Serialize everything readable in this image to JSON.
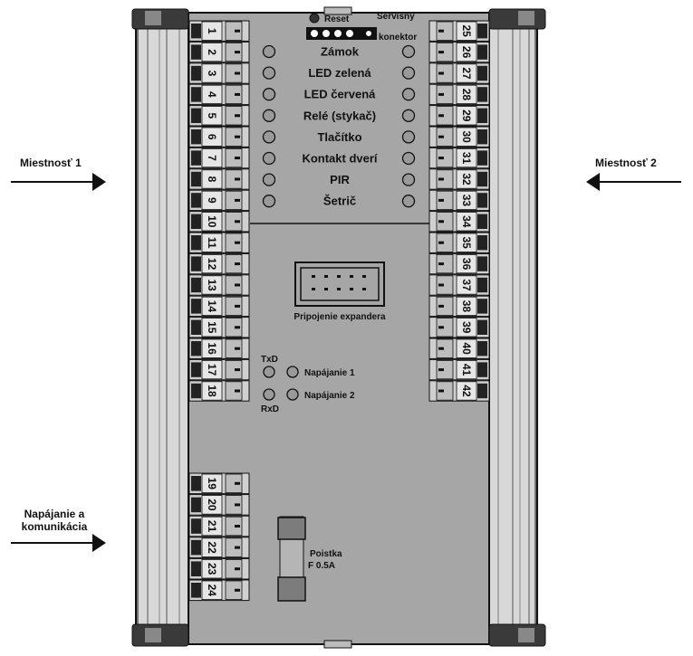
{
  "side_labels": {
    "room1": "Miestnosť 1",
    "room2": "Miestnosť 2",
    "power_comm_line1": "Napájanie a",
    "power_comm_line2": "komunikácia"
  },
  "left_terminals": [
    "1",
    "2",
    "3",
    "4",
    "5",
    "6",
    "7",
    "8",
    "9",
    "10",
    "11",
    "12",
    "13",
    "14",
    "15",
    "16",
    "17",
    "18"
  ],
  "right_terminals": [
    "25",
    "26",
    "27",
    "28",
    "29",
    "30",
    "31",
    "32",
    "33",
    "34",
    "35",
    "36",
    "37",
    "38",
    "39",
    "40",
    "41",
    "42"
  ],
  "bottom_terminals": [
    "19",
    "20",
    "21",
    "22",
    "23",
    "24"
  ],
  "reset_label": "Reset",
  "service_connector_line1": "Servisný",
  "service_connector_line2": "konektor",
  "led_labels": [
    "Zámok",
    "LED zelená",
    "LED červená",
    "Relé (stykač)",
    "Tlačítko",
    "Kontakt dverí",
    "PIR",
    "Šetrič"
  ],
  "expander_label": "Pripojenie expandera",
  "txd_label": "TxD",
  "rxd_label": "RxD",
  "power1_label": "Napájanie 1",
  "power2_label": "Napájanie 2",
  "fuse_line1": "Poistka",
  "fuse_line2": "F 0.5A",
  "colors": {
    "body": "#a9a9a9",
    "rail": "#d4d4d4",
    "terminal": "#cfcfcf",
    "led": "#9a9a9a",
    "outline": "#111111"
  }
}
